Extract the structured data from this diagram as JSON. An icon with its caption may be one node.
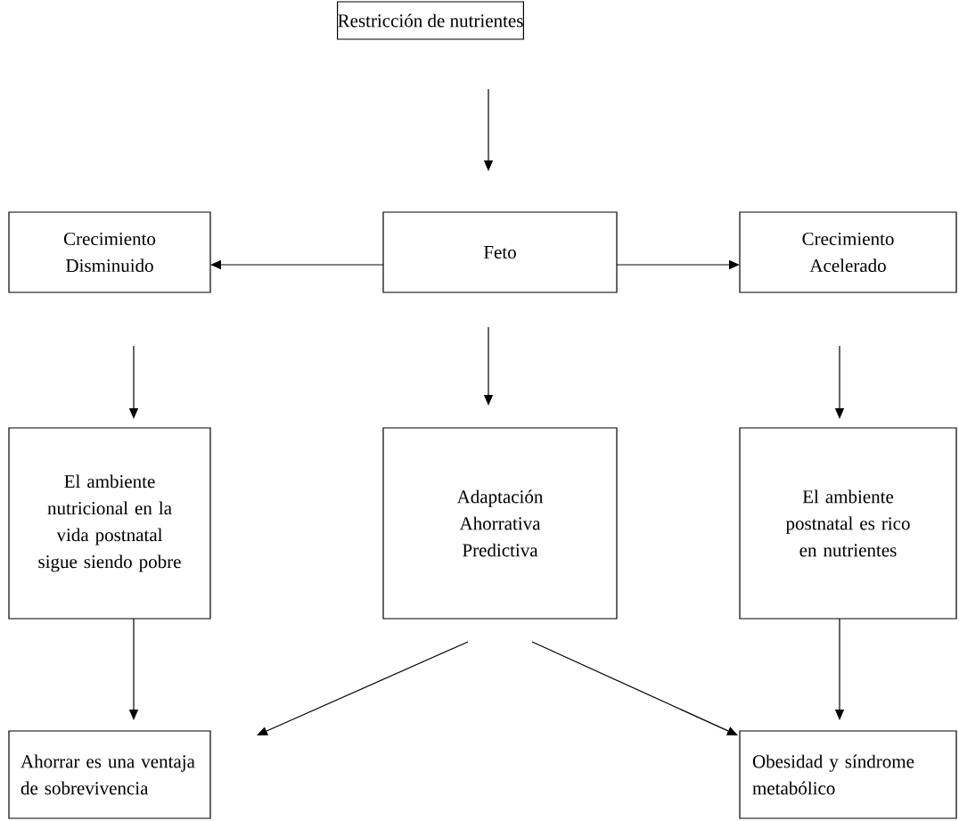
{
  "diagram": {
    "nodes": [
      {
        "text": [
          "Restricción de nutrientes"
        ]
      },
      {
        "text": [
          "Crecimiento Disminuido"
        ]
      },
      {
        "text": [
          "Feto"
        ]
      },
      {
        "text": [
          "Crecimiento Acelerado"
        ]
      },
      {
        "text": [
          "El ambiente nutricional en la vida postnatal sigue siendo pobre"
        ]
      },
      {
        "text": [
          "Adaptación Ahorrativa Predictiva"
        ]
      },
      {
        "text": [
          "El ambiente postnatal es rico en nutrientes"
        ]
      },
      {
        "text": [
          "Ahorrar es una ventaja de sobrevivencia"
        ]
      },
      {
        "text": [
          "Obesidad y síndrome metabólico"
        ]
      }
    ],
    "edges": [
      {
        "from": 0,
        "to": 2,
        "arrow": "to"
      },
      {
        "from": 2,
        "to": 1,
        "arrow": "to"
      },
      {
        "from": 2,
        "to": 3,
        "arrow": "to"
      },
      {
        "from": 1,
        "to": 4,
        "arrow": "to"
      },
      {
        "from": 2,
        "to": 5,
        "arrow": "to"
      },
      {
        "from": 3,
        "to": 6,
        "arrow": "to"
      },
      {
        "from": 4,
        "to": 7,
        "arrow": "to"
      },
      {
        "from": 6,
        "to": 8,
        "arrow": "to"
      },
      {
        "from": 5,
        "to": 7,
        "arrow": "to"
      },
      {
        "from": 5,
        "to": 8,
        "arrow": "to"
      }
    ]
  }
}
